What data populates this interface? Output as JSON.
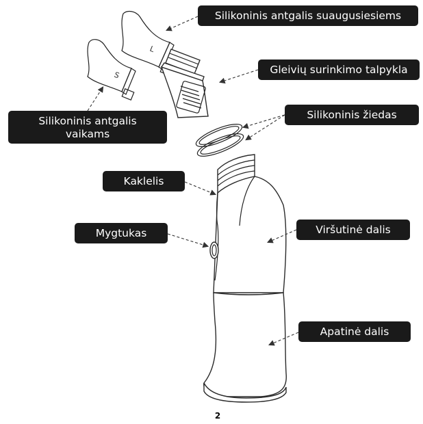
{
  "labels": {
    "adult_tip": "Silikoninis antgalis suaugusiesiems",
    "collector": "Gleivių surinkimo talpykla",
    "child_tip_line1": "Silikoninis antgalis",
    "child_tip_line2": "vaikams",
    "ring": "Silikoninis žiedas",
    "neck": "Kaklelis",
    "button": "Mygtukas",
    "upper": "Viršutinė dalis",
    "lower": "Apatinė dalis"
  },
  "tip_letters": {
    "small": "S",
    "large": "L"
  },
  "page_number": "2",
  "colors": {
    "label_bg": "#1a1a1a",
    "label_text": "#ffffff",
    "line": "#222222"
  }
}
